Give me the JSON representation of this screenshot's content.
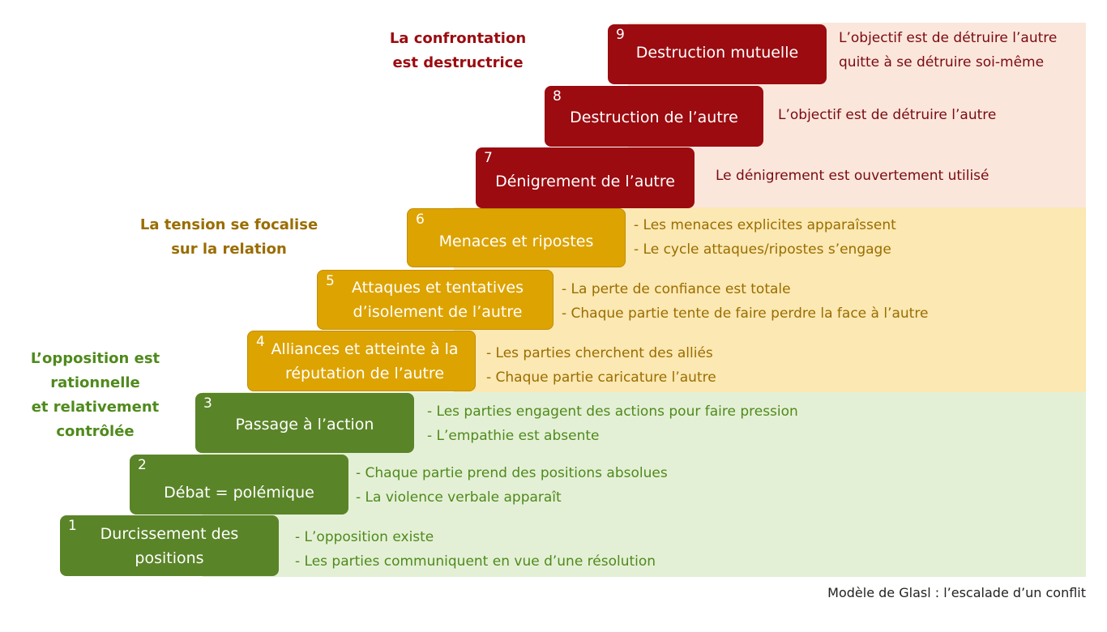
{
  "phases": [
    {
      "label1": "La confrontation",
      "label2": "est destructrice",
      "color": "#9b0b10"
    },
    {
      "label1": "La tension se focalise",
      "label2": "sur la relation",
      "color": "#9a6d00"
    },
    {
      "label1": "L’opposition est",
      "label2": "rationnelle",
      "label3": "et relativement",
      "label4": "contrôlée",
      "color": "#4f8a1c"
    }
  ],
  "steps": [
    {
      "num": "1",
      "title": "Durcissement des positions",
      "desc": [
        "- L’opposition existe",
        "- Les parties communiquent en vue d’une résolution"
      ]
    },
    {
      "num": "2",
      "title": "Débat = polémique",
      "desc": [
        "- Chaque partie prend des positions absolues",
        "- La violence verbale apparaît"
      ]
    },
    {
      "num": "3",
      "title": "Passage à l’action",
      "desc": [
        "- Les parties engagent des actions pour faire pression",
        "- L’empathie est absente"
      ]
    },
    {
      "num": "4",
      "title": "Alliances et atteinte à la réputation de l’autre",
      "desc": [
        "- Les parties cherchent des alliés",
        "- Chaque partie caricature l’autre"
      ]
    },
    {
      "num": "5",
      "title": "Attaques et tentatives d’isolement de l’autre",
      "desc": [
        "- La perte de confiance est totale",
        "- Chaque partie tente de faire perdre la face à l’autre"
      ]
    },
    {
      "num": "6",
      "title": "Menaces et ripostes",
      "desc": [
        "- Les menaces explicites apparaîssent",
        "- Le cycle attaques/ripostes s’engage"
      ]
    },
    {
      "num": "7",
      "title": "Dénigrement de l’autre",
      "desc": [
        "Le dénigrement est ouvertement utilisé"
      ]
    },
    {
      "num": "8",
      "title": "Destruction de l’autre",
      "desc": [
        "L’objectif est de détruire l’autre"
      ]
    },
    {
      "num": "9",
      "title": "Destruction mutuelle",
      "desc": [
        "L’objectif est de détruire l’autre",
        "quitte à se détruire soi-même"
      ]
    }
  ],
  "caption": "Modèle de Glasl : l’escalade d’un conflit"
}
